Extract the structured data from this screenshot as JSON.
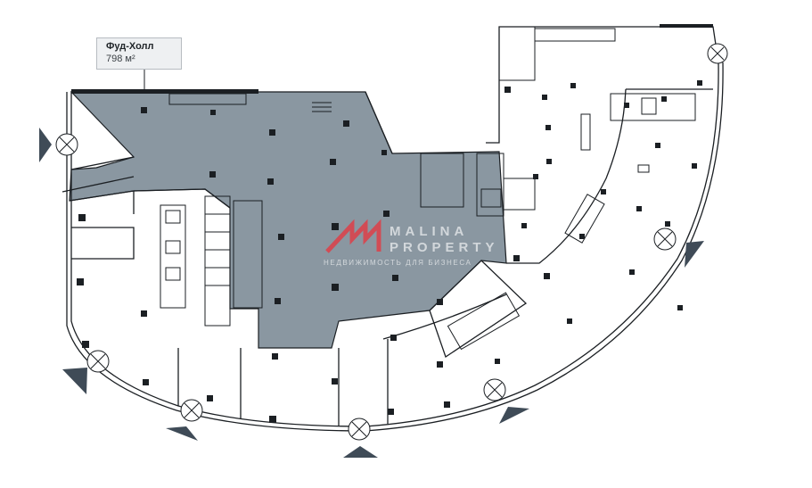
{
  "callout": {
    "title": "Фуд-Холл",
    "area": "798 м²"
  },
  "watermark": {
    "line1": "MALINA",
    "line2": "PROPERTY",
    "tagline": "НЕДВИЖИМОСТЬ ДЛЯ БИЗНЕСА"
  },
  "colors": {
    "highlighted_area": "#8a97a1",
    "walls": "#1b1f23",
    "logo_accent": "#e8333c",
    "compass_marker": "#3f4b57"
  },
  "icons": [
    "entrance-marker-icon",
    "door-x-icon",
    "malina-logo-icon"
  ]
}
